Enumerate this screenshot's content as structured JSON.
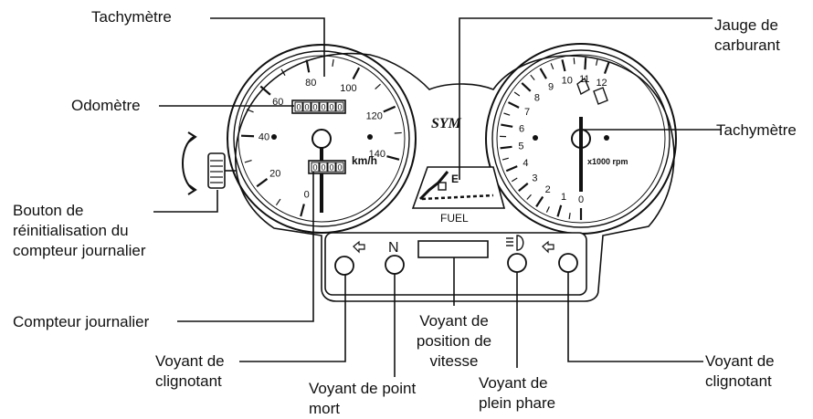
{
  "labels": {
    "speedometer_top": "Tachymètre",
    "odometer": "Odomètre",
    "reset_button_l1": "Bouton de",
    "reset_button_l2": "réinitialisation du",
    "reset_button_l3": "compteur journalier",
    "trip_meter": "Compteur journalier",
    "turn_left_l1": "Voyant de",
    "turn_left_l2": "clignotant",
    "neutral_l1": "Voyant de point",
    "neutral_l2": "mort",
    "gear_l1": "Voyant de",
    "gear_l2": "position de",
    "gear_l3": "vitesse",
    "high_beam_l1": "Voyant de",
    "high_beam_l2": "plein phare",
    "turn_right_l1": "Voyant de",
    "turn_right_l2": "clignotant",
    "fuel_gauge_l1": "Jauge de",
    "fuel_gauge_l2": "carburant",
    "tachometer_right": "Tachymètre"
  },
  "dial_text": {
    "speed_unit": "km/h",
    "rpm_unit": "x1000 rpm",
    "fuel": "FUEL",
    "neutral_symbol": "N",
    "fuel_scale": "E",
    "brand": "SYM"
  },
  "speed_ticks": [
    "0",
    "20",
    "40",
    "60",
    "80",
    "100",
    "120",
    "140"
  ],
  "rpm_ticks": [
    "0",
    "1",
    "2",
    "3",
    "4",
    "5",
    "6",
    "7",
    "8",
    "9",
    "10",
    "11",
    "12"
  ],
  "odometer_digits": [
    "0",
    "0",
    "0",
    "0",
    "0",
    "0"
  ],
  "trip_digits": [
    "0",
    "0",
    "0",
    "0"
  ]
}
